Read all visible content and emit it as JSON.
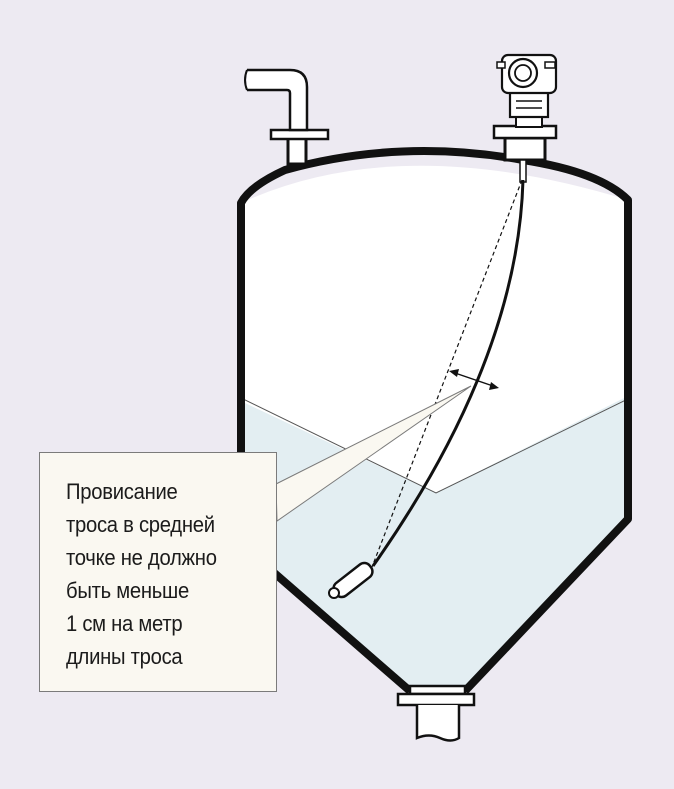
{
  "note": {
    "lines": [
      "Провисание",
      "троса в средней",
      "точке не должно",
      "быть меньше",
      "1 см на метр",
      "длины троса"
    ]
  },
  "colors": {
    "background": "#edeaf2",
    "tank_interior": "#ffffff",
    "liquid": "#e3eef2",
    "outline": "#111111",
    "callout_fill": "#faf8f1"
  }
}
